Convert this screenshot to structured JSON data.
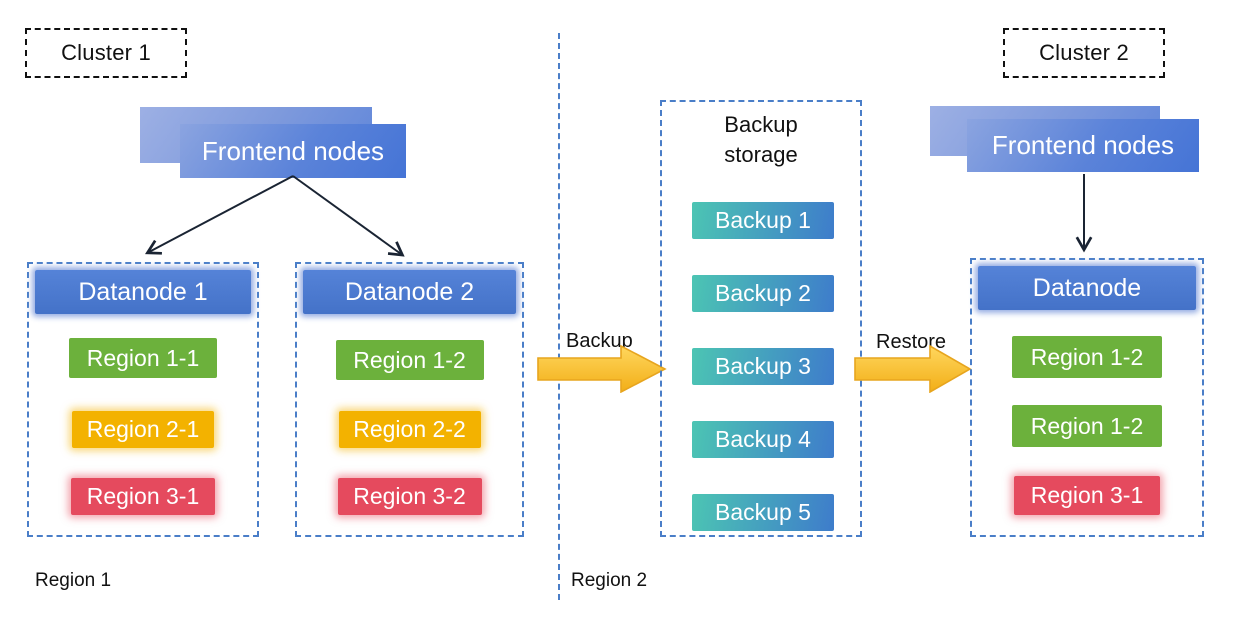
{
  "clusters": {
    "cluster1": {
      "label": "Cluster 1",
      "frontend_label": "Frontend nodes",
      "datanodes": [
        {
          "title": "Datanode 1",
          "regions": [
            {
              "label": "Region 1-1",
              "color": "green"
            },
            {
              "label": "Region 2-1",
              "color": "yellow"
            },
            {
              "label": "Region 3-1",
              "color": "red"
            }
          ]
        },
        {
          "title": "Datanode 2",
          "regions": [
            {
              "label": "Region 1-2",
              "color": "green"
            },
            {
              "label": "Region 2-2",
              "color": "yellow"
            },
            {
              "label": "Region 3-2",
              "color": "red"
            }
          ]
        }
      ]
    },
    "cluster2": {
      "label": "Cluster 2",
      "frontend_label": "Frontend nodes",
      "datanodes": [
        {
          "title": "Datanode",
          "regions": [
            {
              "label": "Region 1-2",
              "color": "green"
            },
            {
              "label": "Region 1-2",
              "color": "green"
            },
            {
              "label": "Region 3-1",
              "color": "red"
            }
          ]
        }
      ]
    }
  },
  "backup_storage": {
    "title": "Backup storage",
    "items": [
      "Backup 1",
      "Backup 2",
      "Backup 3",
      "Backup 4",
      "Backup 5"
    ]
  },
  "flows": {
    "backup_label": "Backup",
    "restore_label": "Restore"
  },
  "region_zones": {
    "left": "Region 1",
    "right": "Region 2"
  },
  "colors": {
    "region_green": "#6CB13C",
    "region_yellow": "#F3B200",
    "region_red": "#E54A5E",
    "datanode_blue": "#4573CD",
    "frontend_blue_light": "#8BA4E0",
    "frontend_blue_dark": "#4574D6",
    "backup_teal": "#4CC5B3",
    "backup_blue": "#3E7CCB",
    "dashed_border_blue": "#4A7EC8",
    "flow_arrow_gold": "#F5B31C"
  }
}
